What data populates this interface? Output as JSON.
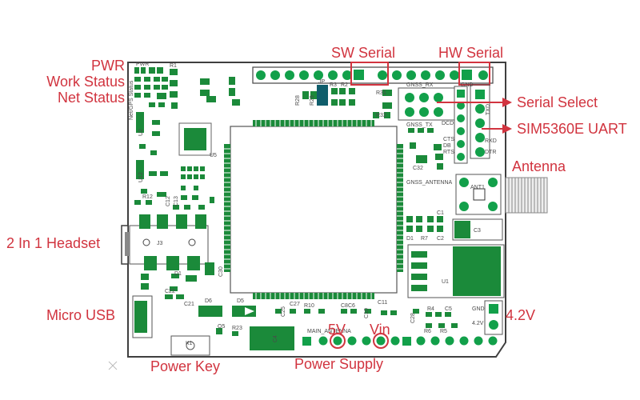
{
  "labels": {
    "pwr": "PWR",
    "work_status": "Work Status",
    "net_status": "Net Status",
    "headset": "2 In 1 Headset",
    "micro_usb": "Micro USB",
    "power_key": "Power Key",
    "power_supply": "Power Supply",
    "sw_serial": "SW Serial",
    "hw_serial": "HW Serial",
    "serial_select": "Serial Select",
    "sim_uart": "SIM5360E UART",
    "antenna": "Antenna",
    "v42": "4.2V",
    "v5": "5V",
    "vin": "Vin"
  },
  "silkscreen": {
    "pwr": "PWR",
    "net_gps_status": "Net/GPS Status",
    "r1": "R1",
    "u2": "U2",
    "u5": "U5",
    "u12": "U12",
    "r12": "R12",
    "c12": "C12",
    "c13": "C13",
    "j3": "J3",
    "d1_left": "D1",
    "c30": "C30",
    "c22": "C22",
    "c21": "C21",
    "d6": "D6",
    "d5": "D5",
    "q5": "Q5",
    "r23": "R23",
    "k1": "K1",
    "c4": "C4",
    "c25": "C25",
    "c27": "C27",
    "r10": "R10",
    "c8c6": "C8C6",
    "c10": "C10",
    "c11": "C11",
    "main_antenna": "MAIN_ANTENNA",
    "c28": "C28",
    "r4": "R4",
    "c5": "C5",
    "r6": "R6",
    "r5": "R5",
    "gnd": "GND",
    "v42_small": "4.2V",
    "u1": "U1",
    "d1": "D1",
    "r7": "R7",
    "c2": "C2",
    "c1": "C1",
    "c3": "C3",
    "ant1": "ANT1",
    "gnss_antenna": "GNSS_ANTENNA",
    "c32": "C32",
    "r28": "R28",
    "r29": "R29",
    "jp": "JP",
    "r3": "R3",
    "r2": "R2",
    "r31": "R31",
    "r32": "R32",
    "gnss_rx": "GNSS_RX",
    "gnss_tx": "GNSS_TX",
    "dcd": "DCD",
    "cts": "CTS",
    "rts": "RTS",
    "db": "DB",
    "rxd": "RXD",
    "dtr": "DTR",
    "txd": "TXD",
    "gnd_top": "GND"
  },
  "colors": {
    "board_fill": "#ffffff",
    "board_outline": "#3f3f3f",
    "component": "#1b8a3a",
    "pad": "#12a04a",
    "label": "#d1343f",
    "module_outline": "#555555"
  }
}
